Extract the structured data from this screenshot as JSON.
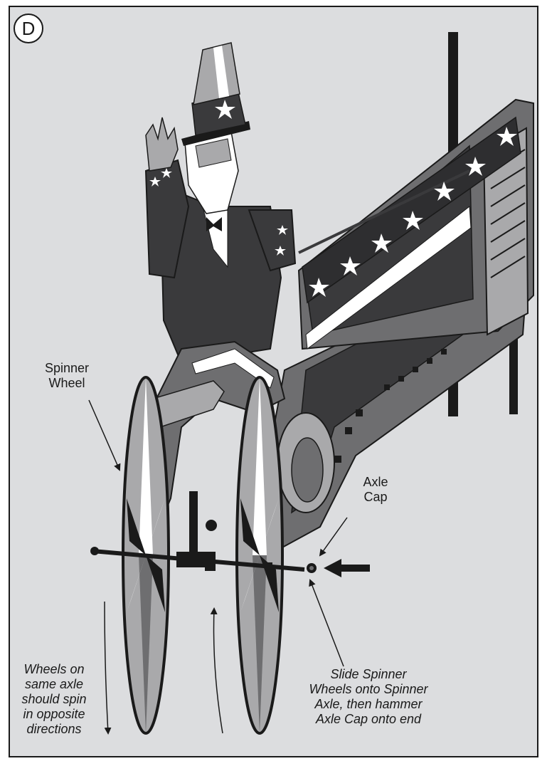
{
  "step_badge": "D",
  "labels": {
    "spinner_wheel": [
      "Spinner",
      "Wheel"
    ],
    "axle_cap": [
      "Axle",
      "Cap"
    ],
    "wheels_note": [
      "Wheels on",
      "same axle",
      "should spin",
      "in opposite",
      "directions"
    ],
    "slide_note": [
      "Slide Spinner",
      "Wheels onto Spinner",
      "Axle, then hammer",
      "Axle Cap onto end"
    ]
  },
  "colors": {
    "background": "#dcdddf",
    "dark": "#3a3a3c",
    "mid": "#6e6e70",
    "light": "#a9a9ab",
    "ink": "#1a1a1a"
  }
}
